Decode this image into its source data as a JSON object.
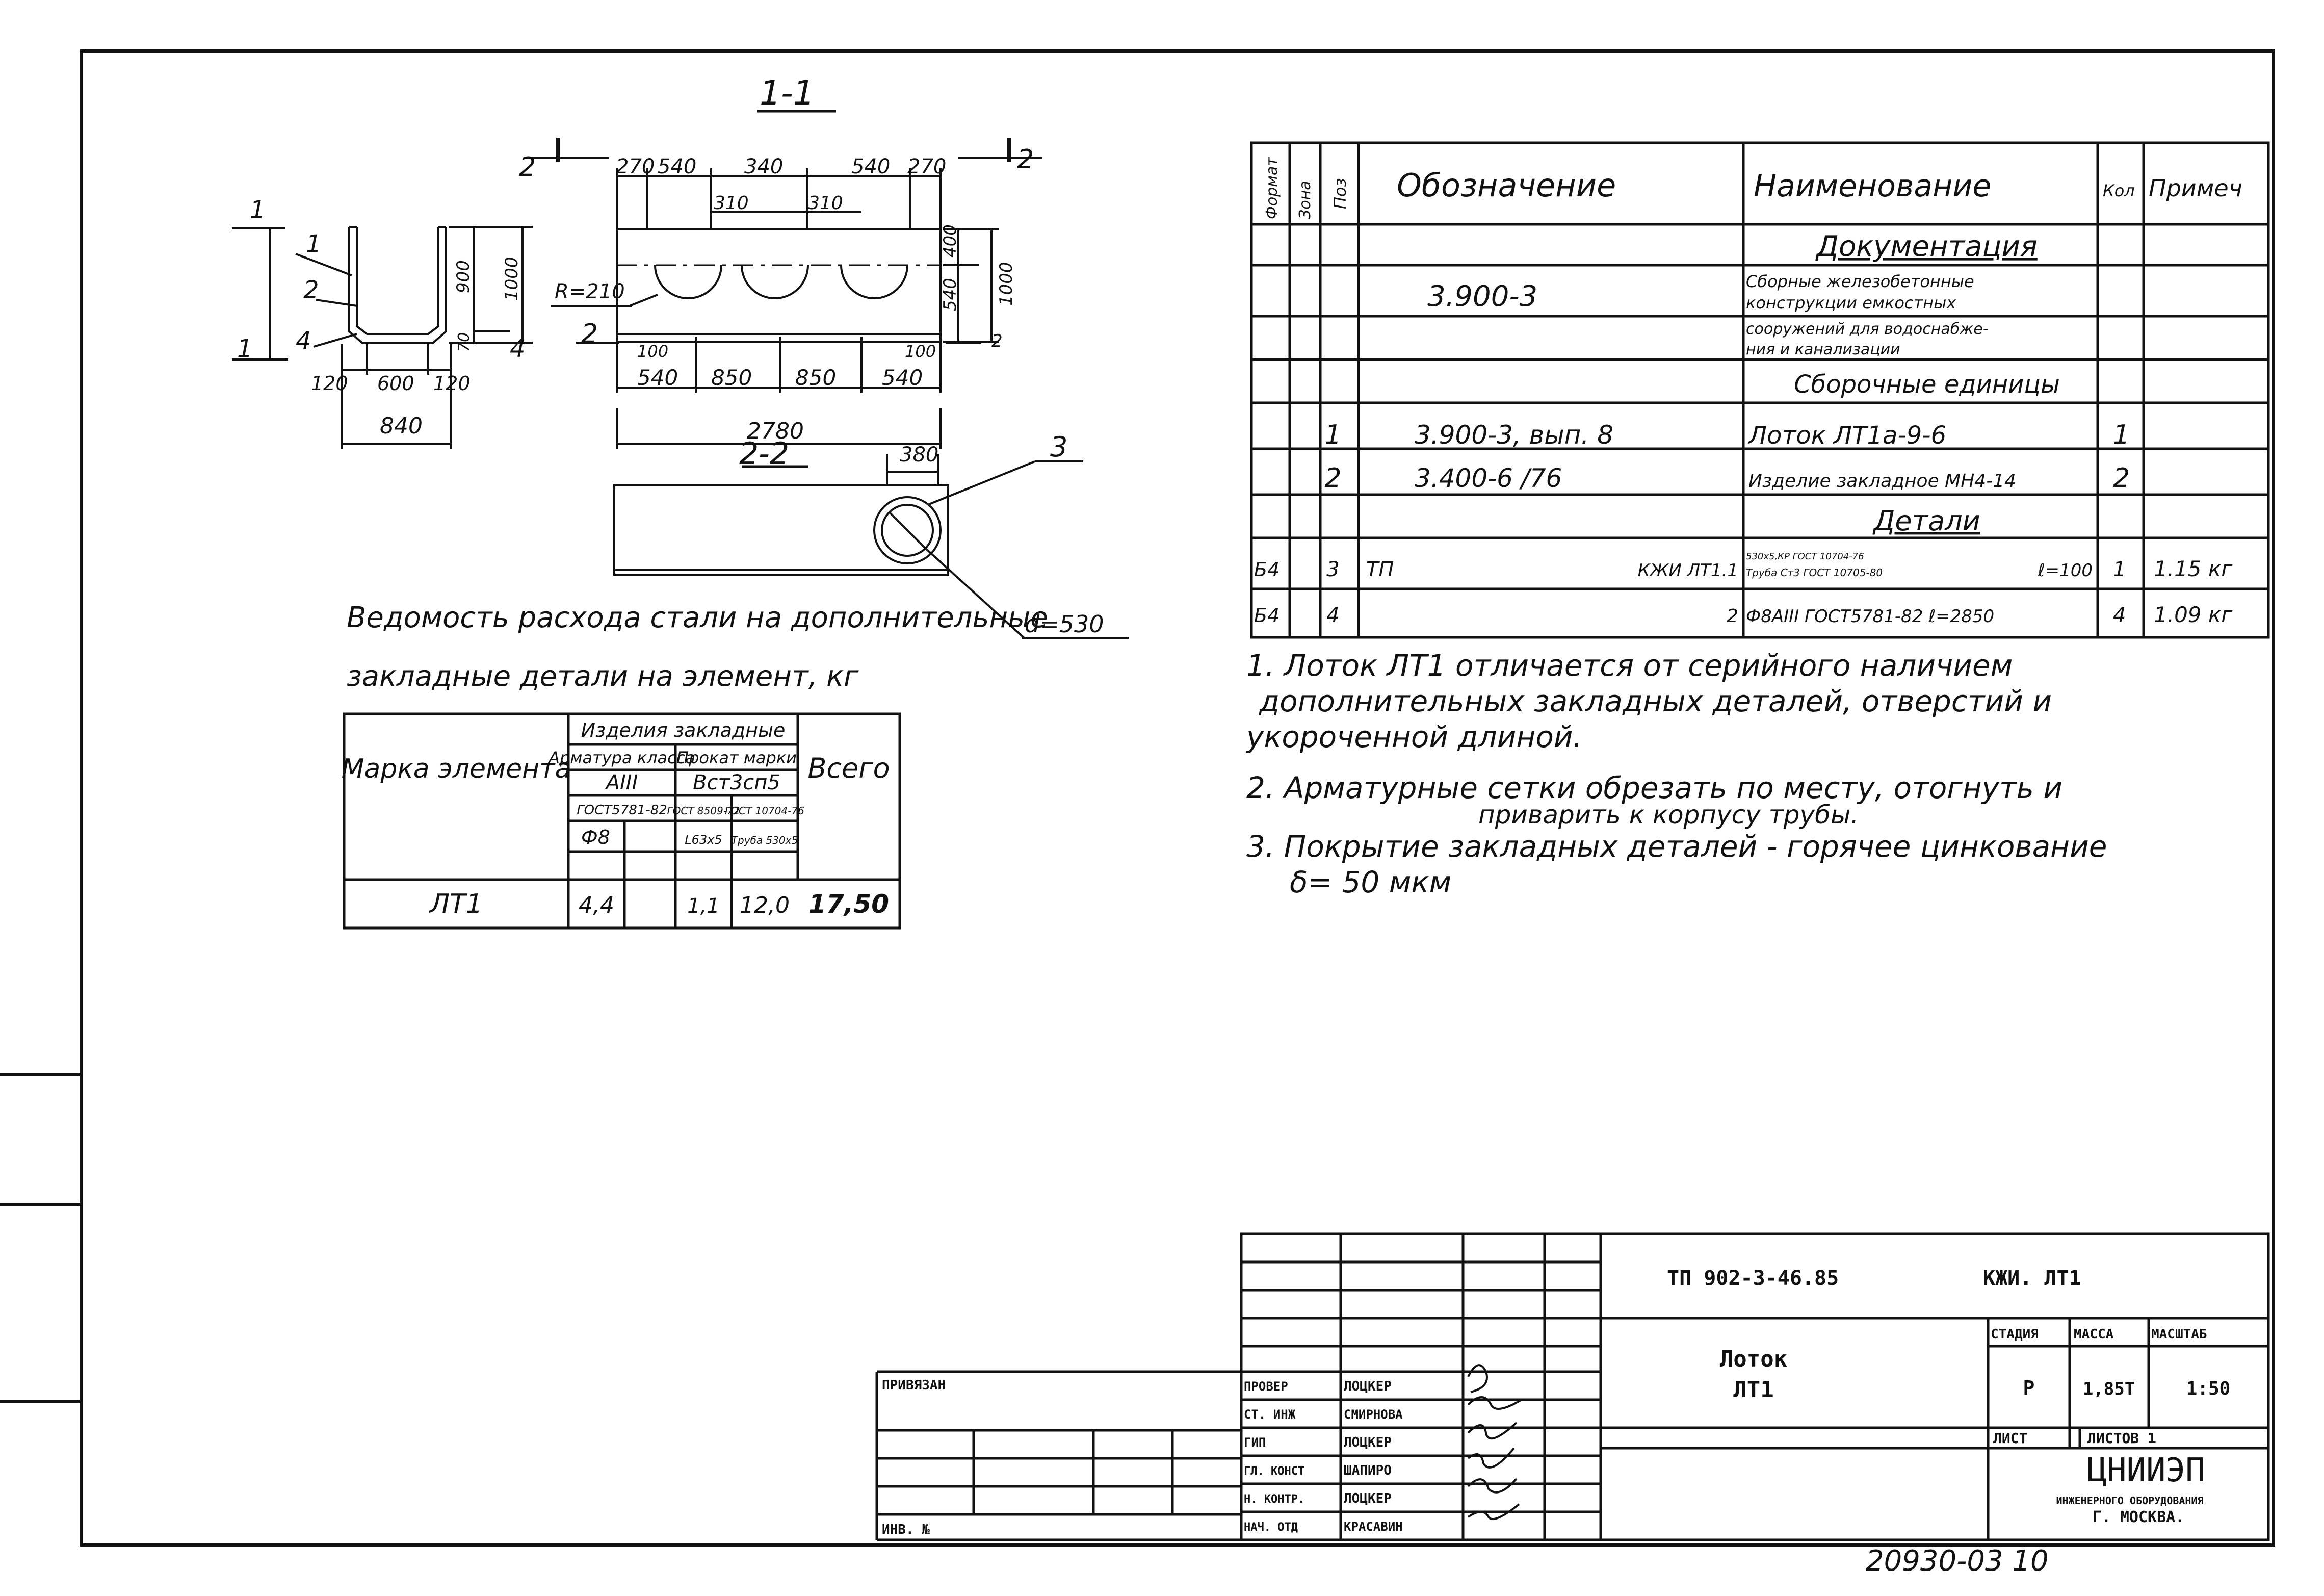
{
  "section_1_1": {
    "title": "1-1",
    "cut_2_left": "2",
    "cut_2_right": "2",
    "cut_1": "1",
    "top_dims": [
      "270",
      "540",
      "340",
      "540",
      "270"
    ],
    "inner_dims": [
      "310",
      "310"
    ],
    "radius": "R=210",
    "bottom_dims": [
      "540",
      "850",
      "850",
      "540"
    ],
    "small_dims": [
      "100",
      "100"
    ],
    "right_dims": [
      "400",
      "540",
      "1000"
    ],
    "total_length": "2780",
    "marker_2": "2"
  },
  "cross_section": {
    "labels": [
      "1",
      "2",
      "1",
      "4"
    ],
    "dims_bottom": [
      "120",
      "600",
      "120"
    ],
    "total_width": "840",
    "dims_right": [
      "900",
      "1000",
      "70",
      "4"
    ]
  },
  "section_2_2": {
    "title": "2-2",
    "dim": "380",
    "callout": "3",
    "diameter": "d=530"
  },
  "steel_table": {
    "caption_line1": "Ведомость расхода стали на дополнительные",
    "caption_line2": "закладные детали на элемент, кг",
    "h_marka": "Марка элемента",
    "h_izdelia": "Изделия закладные",
    "h_armatura": "Арматура класса",
    "h_prokat": "Прокат марки",
    "h_vsego": "Всего",
    "h_aiii": "АIII",
    "h_vst": "Вст3сп5",
    "h_gost1": "ГОСТ5781-82",
    "h_gost2": "ГОСТ 8509-72",
    "h_gost3": "ГОСТ 10704-76",
    "h_f8": "Ф8",
    "h_l63": "L63х5",
    "h_truba": "Труба 530х5",
    "row": [
      "ЛТ1",
      "4,4",
      "",
      "1,1",
      "12,0",
      "17,50"
    ]
  },
  "spec_table": {
    "headers": {
      "format": "Формат",
      "zona": "Зона",
      "poz": "Поз",
      "oboz": "Обозначение",
      "naim": "Наименование",
      "kol": "Кол",
      "prim": "Примеч"
    },
    "section_docs": "Документация",
    "doc_oboz": "3.900-3",
    "doc_naim": [
      "Сборные железобетонные",
      "конструкции емкостных",
      "сооружений для водоснабже-",
      "ния и канализации"
    ],
    "section_units": "Сборочные единицы",
    "unit_rows": [
      {
        "poz": "1",
        "oboz": "3.900-3, вып. 8",
        "naim": "Лоток ЛТ1а-9-6",
        "kol": "1",
        "prim": ""
      },
      {
        "poz": "2",
        "oboz": "3.400-6 /76",
        "naim": "Изделие закладное МН4-14",
        "kol": "2",
        "prim": ""
      }
    ],
    "section_details": "Детали",
    "detail_rows": [
      {
        "format": "Б4",
        "poz": "3",
        "oboz": "ТП",
        "oboz_right": "КЖИ ЛТ1.1",
        "naim_top": "530х5,КР ГОСТ 10704-76",
        "naim_bottom": "Труба Ст3 ГОСТ 10705-80",
        "naim_right": "ℓ=100",
        "kol": "1",
        "prim": "1.15 кг"
      },
      {
        "format": "Б4",
        "poz": "4",
        "oboz": "",
        "oboz_right": "2",
        "naim_top": "",
        "naim_bottom": "Ф8АIII ГОСТ5781-82 ℓ=2850",
        "naim_right": "",
        "kol": "4",
        "prim": "1.09 кг"
      }
    ]
  },
  "notes": [
    "1. Лоток ЛТ1 отличается от серийного наличием",
    "дополнительных закладных деталей, отверстий и",
    "укороченной длиной.",
    "2. Арматурные сетки обрезать по месту, отогнуть и",
    "приварить к корпусу трубы.",
    "3. Покрытие закладных деталей - горячее цинкование",
    "δ= 50 мкм"
  ],
  "title_block": {
    "privyazan": "ПРИВЯЗАН",
    "inv_no": "ИНВ. №",
    "roles": [
      "ПРОВЕР",
      "СТ. ИНЖ",
      "ГИП",
      "ГЛ. КОНСТ",
      "Н. КОНТР.",
      "НАЧ. ОТД"
    ],
    "names": [
      "ЛОЦКЕР",
      "СМИРНОВА",
      "ЛОЦКЕР",
      "ШАПИРО",
      "ЛОЦКЕР",
      "КРАСАВИН"
    ],
    "doc_code": "ТП 902-3-46.85",
    "doc_sub": "КЖИ. ЛТ1",
    "item_title": "Лоток",
    "item_sub": "ЛТ1",
    "h_stadia": "СТАДИЯ",
    "h_massa": "МАССА",
    "h_masshtab": "МАСШТАБ",
    "stadia": "Р",
    "massa": "1,85Т",
    "masshtab": "1:50",
    "list": "ЛИСТ",
    "listov": "ЛИСТОВ 1",
    "org": "ЦНИИЭП",
    "org_sub": "ИНЖЕНЕРНОГО ОБОРУДОВАНИЯ",
    "city": "Г. МОСКВА."
  },
  "sheet_number": "20930-03 10"
}
